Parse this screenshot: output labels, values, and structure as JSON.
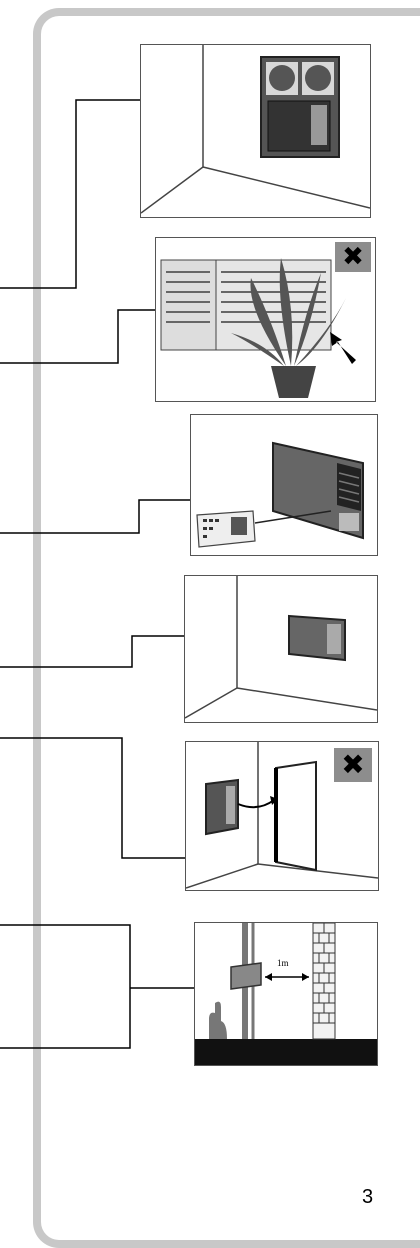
{
  "page": {
    "number": "3"
  },
  "illustrations": [
    {
      "id": "window-unit-in-room-corner",
      "prohibited": false
    },
    {
      "id": "plant-blocking-unit",
      "prohibited": true,
      "badge_icon": "x-mark-icon"
    },
    {
      "id": "unit-with-remote-control",
      "prohibited": false
    },
    {
      "id": "unit-on-wall",
      "prohibited": false
    },
    {
      "id": "unit-near-door",
      "prohibited": true,
      "badge_icon": "x-mark-icon"
    },
    {
      "id": "unit-clearance-from-wall",
      "prohibited": false,
      "dimension_label": "1m"
    }
  ]
}
